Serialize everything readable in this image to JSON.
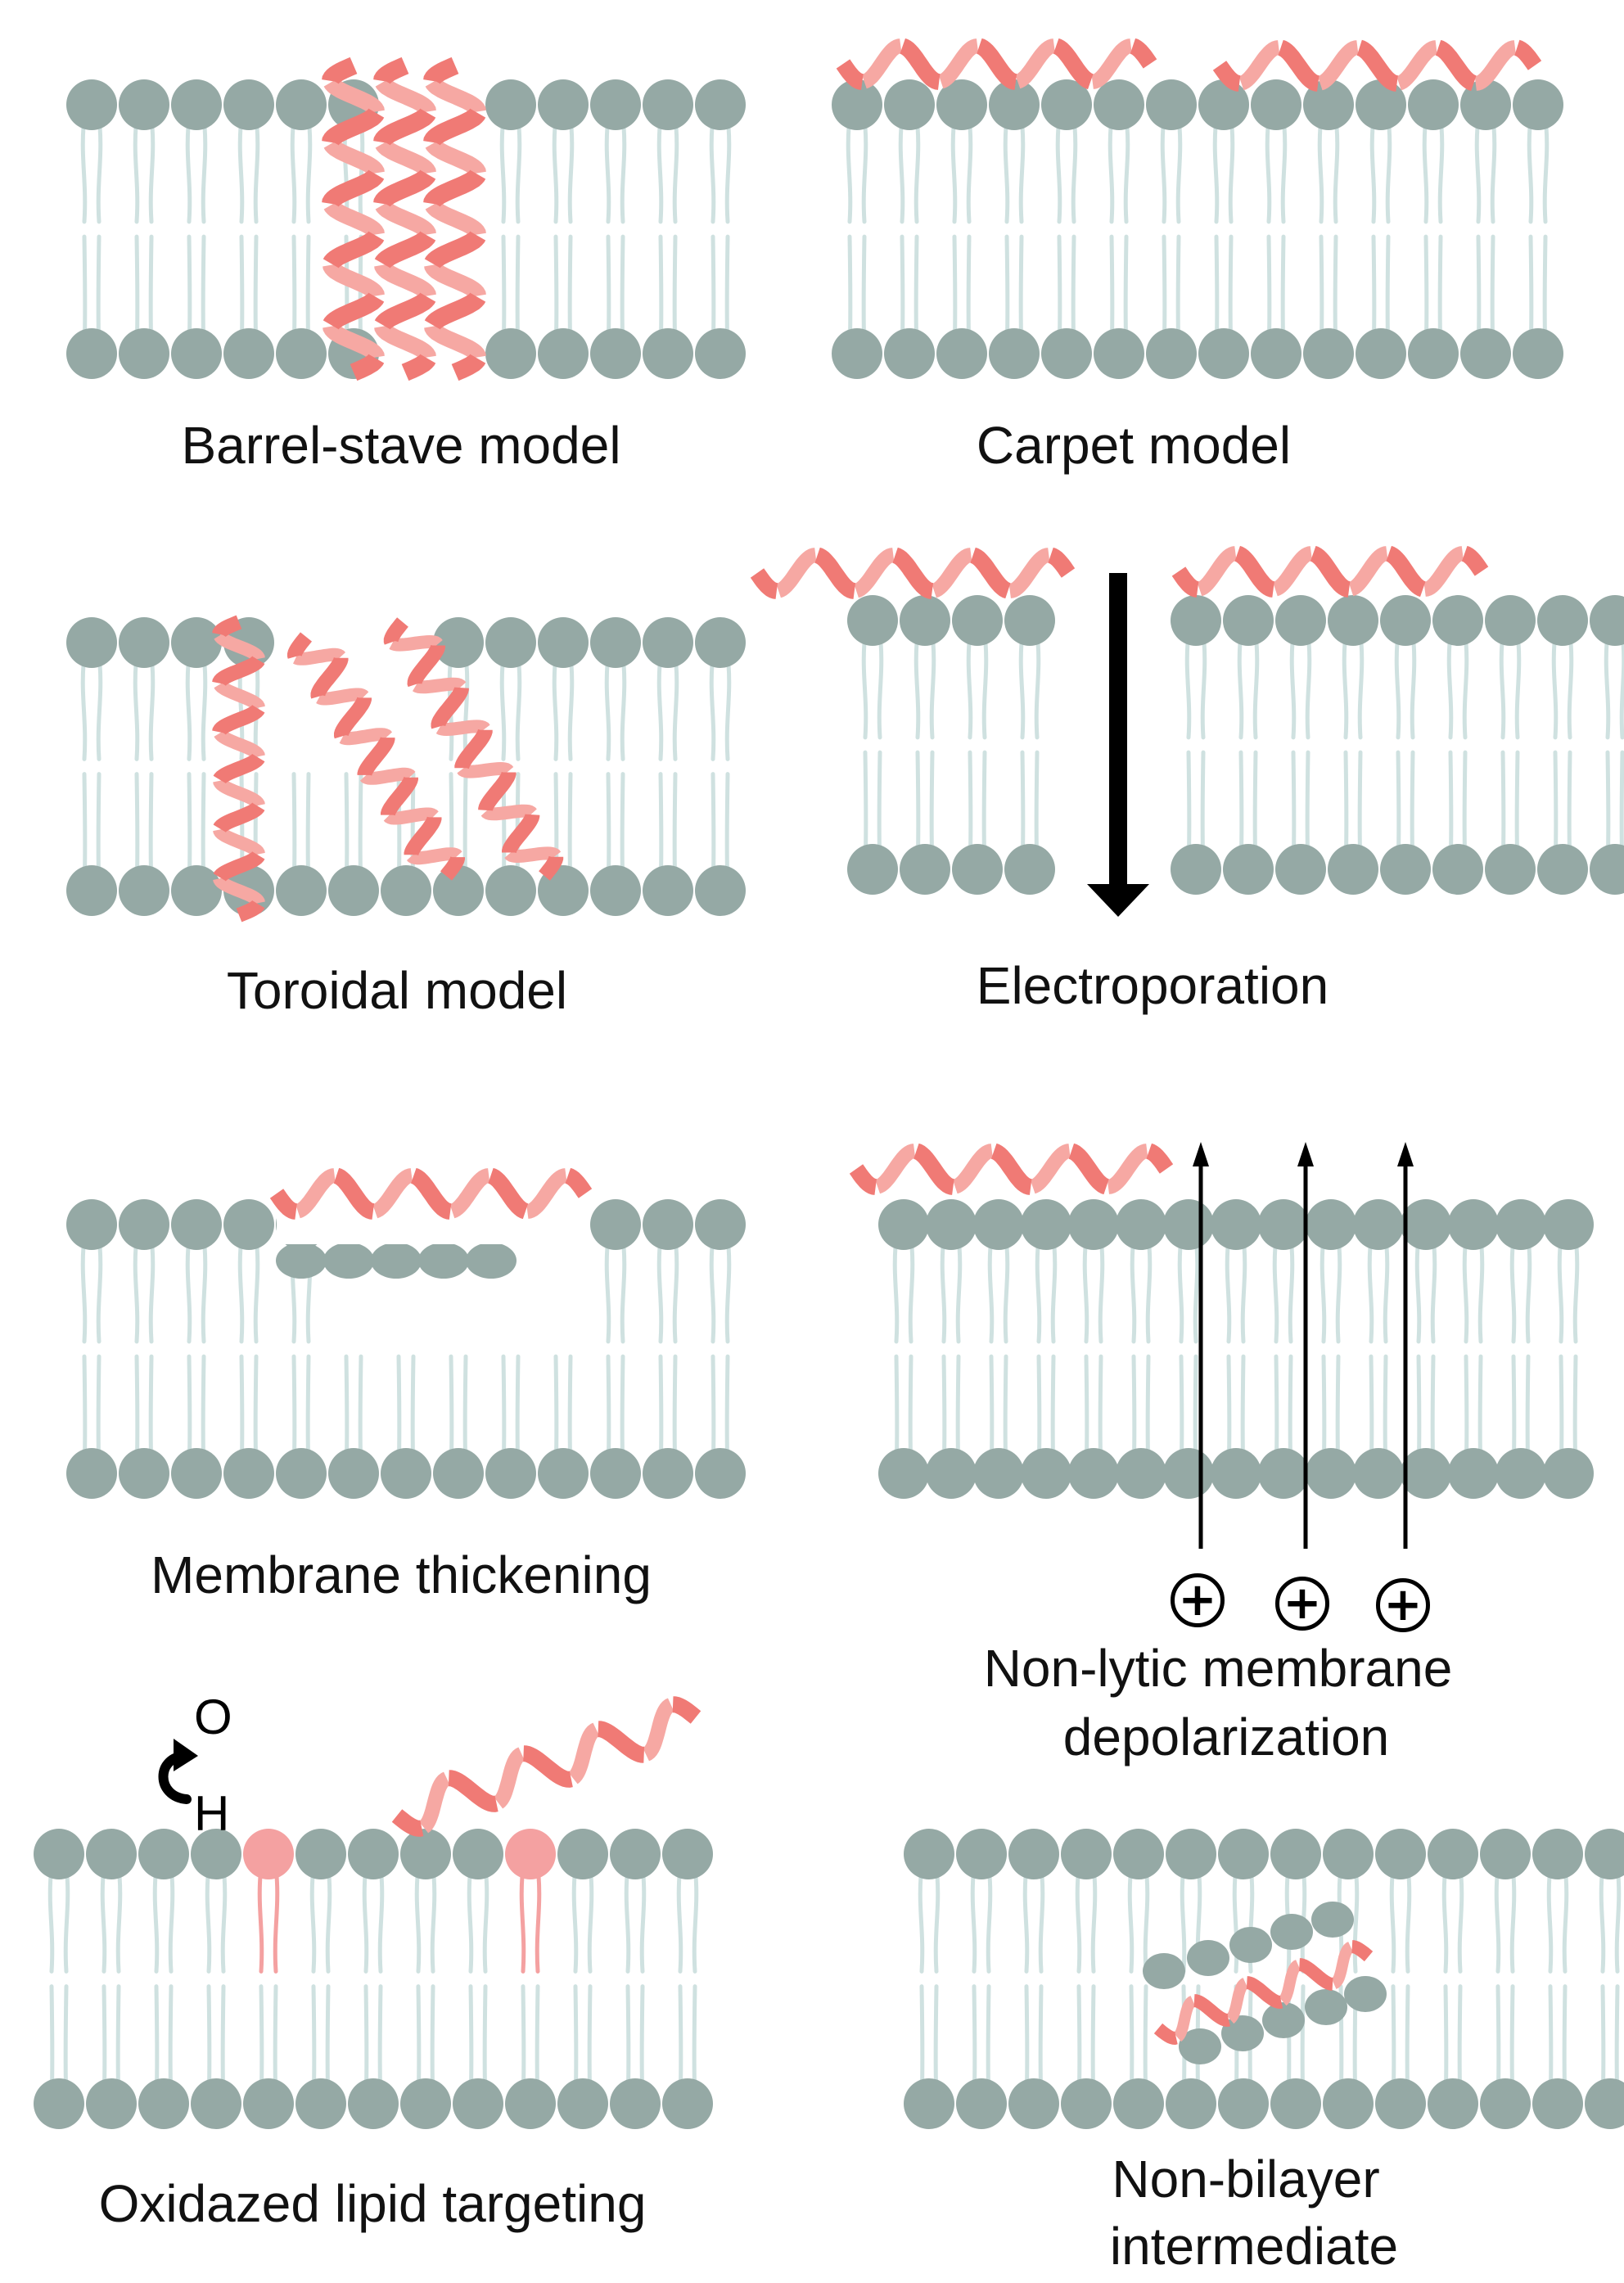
{
  "colors": {
    "lipid": "#95a9a5",
    "tail": "#cfe1e0",
    "peptide": "#f07a75",
    "peptide_light": "#f6a8a3",
    "oxidized_lipid": "#f4a1a1",
    "arrow": "#000000"
  },
  "panels": [
    {
      "key": "barrel_stave",
      "label": "Barrel-stave model"
    },
    {
      "key": "carpet",
      "label": "Carpet model"
    },
    {
      "key": "toroidal",
      "label": "Toroidal model"
    },
    {
      "key": "electroporation",
      "label": "Electroporation"
    },
    {
      "key": "thickening",
      "label": "Membrane thickening"
    },
    {
      "key": "depolarization",
      "label_line1": "Non-lytic membrane",
      "label_line2": "depolarization",
      "charge_symbol": "+"
    },
    {
      "key": "oxidized",
      "label": "Oxidazed lipid targeting",
      "chem_o": "O",
      "chem_h": "H"
    },
    {
      "key": "nonbilayer",
      "label_line1": "Non-bilayer",
      "label_line2": "intermediate"
    }
  ]
}
